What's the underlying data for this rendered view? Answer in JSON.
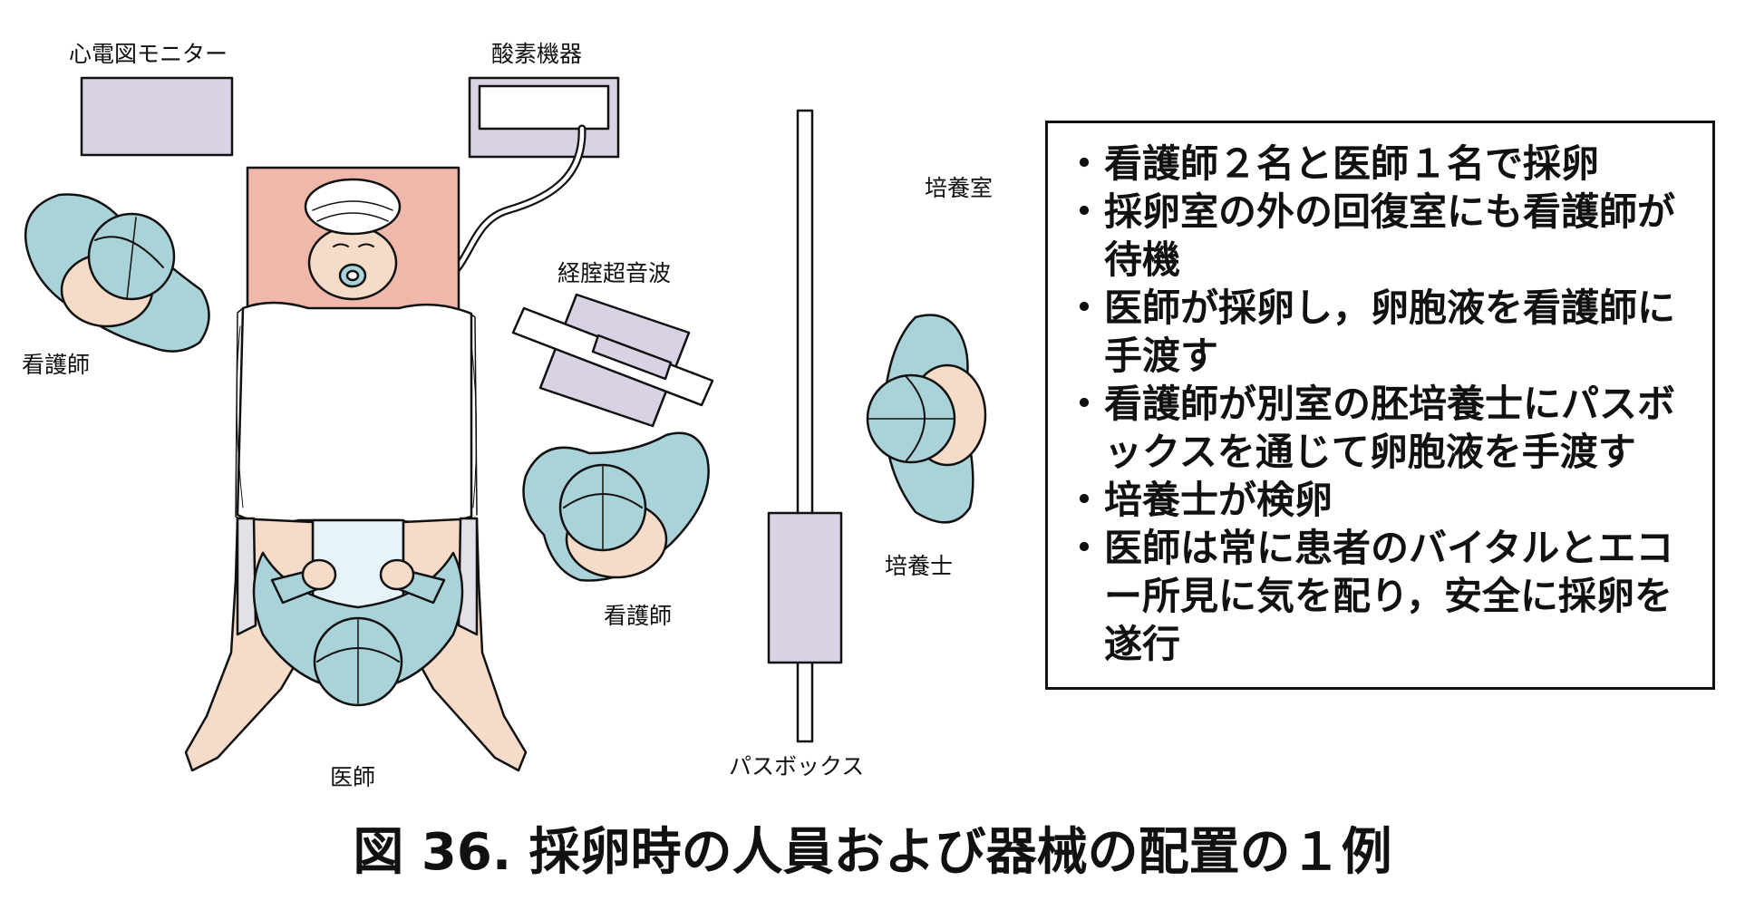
{
  "labels": {
    "ecg_monitor": "心電図モニター",
    "oxygen": "酸素機器",
    "nurse_left": "看護師",
    "ultrasound": "経腟超音波",
    "nurse_right": "看護師",
    "doctor": "医師",
    "pass_box": "パスボックス",
    "culture_room": "培養室",
    "embryologist": "培養士"
  },
  "notes": [
    "看護師２名と医師１名で採卵",
    "採卵室の外の回復室にも看護師が待機",
    "医師が採卵し，卵胞液を看護師に手渡す",
    "看護師が別室の胚培養士にパスボックスを通じて卵胞液を手渡す",
    "培養士が検卵",
    "医師は常に患者のバイタルとエコー所見に気を配り，安全に採卵を遂行"
  ],
  "bullet": "・",
  "caption": "図 36.  採卵時の人員および器械の配置の１例",
  "colors": {
    "gown": "#a9d3d8",
    "skin": "#f6dcc8",
    "equipment": "#d9d2e4",
    "bed_head": "#efb8ab",
    "outline": "#111111"
  }
}
